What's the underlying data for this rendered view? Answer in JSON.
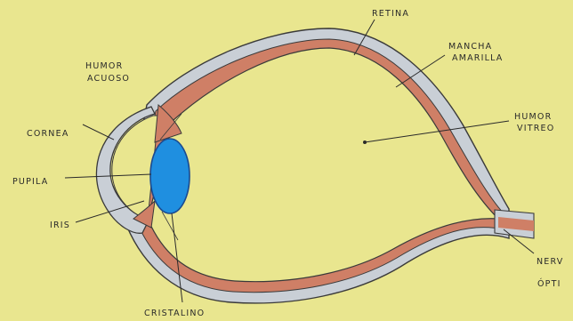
{
  "labels": {
    "retina": "RETINA",
    "mancha_amarilla_1": "MANCHA",
    "mancha_amarilla_2": "AMARILLA",
    "humor_acuoso_1": "HUMOR",
    "humor_acuoso_2": "ACUOSO",
    "humor_vitreo_1": "HUMOR",
    "humor_vitreo_2": "VITREO",
    "cornea": "CORNEA",
    "pupila": "PUPILA",
    "iris": "IRIS",
    "cristalino": "CRISTALINO",
    "nervio_optico_1": "NERV",
    "nervio_optico_2": "ÓPTI"
  },
  "colors": {
    "paper": "#e9e68f",
    "sclera_fill": "#c9cfd6",
    "choroid_fill": "#cf7f66",
    "lens_fill": "#1f8fe0",
    "outline": "#3a3a3a"
  }
}
